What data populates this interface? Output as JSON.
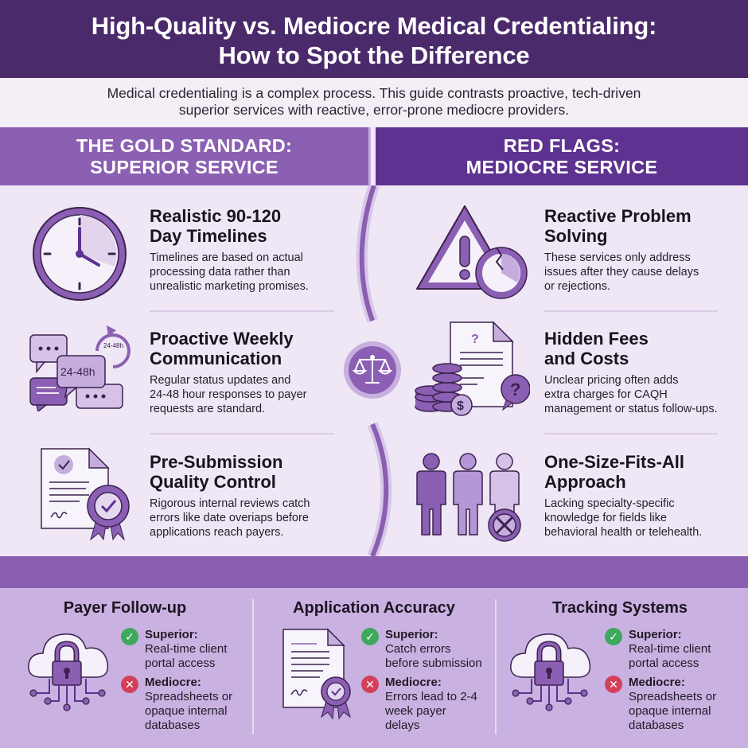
{
  "header": {
    "title_line1": "High-Quality vs. Mediocre Medical Credentialing:",
    "title_line2": "How to Spot the Difference",
    "intro_line1": "Medical credentialing is a complex process. This guide contrasts proactive, tech-driven",
    "intro_line2": "superior services with reactive, error-prone mediocre providers."
  },
  "colors": {
    "hero_bg": "#4a2a6b",
    "left_header_bg": "#8b60b2",
    "right_header_bg": "#5d3290",
    "panel_bg": "#efe7f5",
    "bottom_bg": "#c9b1e1",
    "icon_purple": "#8b5fb3",
    "check_green": "#3ea95d",
    "cross_red": "#d4405a"
  },
  "columns": {
    "left": {
      "heading_line1": "THE GOLD STANDARD:",
      "heading_line2": "SUPERIOR SERVICE",
      "items": [
        {
          "icon": "clock-icon",
          "title_line1": "Realistic 90-120",
          "title_line2": "Day Timelines",
          "desc_line1": "Timelines are based on actual",
          "desc_line2": "processing data rather than",
          "desc_line3": "unrealistic marketing promises."
        },
        {
          "icon": "chat-bubbles-icon",
          "icon_text_big": "24-48h",
          "icon_text_small": "24-48h",
          "title_line1": "Proactive Weekly",
          "title_line2": "Communication",
          "desc_line1": "Regular status updates and",
          "desc_line2": "24-48 hour responses to payer",
          "desc_line3": "requests are standard."
        },
        {
          "icon": "certified-document-icon",
          "title_line1": "Pre-Submission",
          "title_line2": "Quality Control",
          "desc_line1": "Rigorous internal reviews catch",
          "desc_line2": "errors like date overiaps before",
          "desc_line3": "applications reach payers."
        }
      ]
    },
    "right": {
      "heading_line1": "RED FLAGS:",
      "heading_line2": "MEDIOCRE SERVICE",
      "items": [
        {
          "icon": "warning-broken-clock-icon",
          "title_line1": "Reactive Problem",
          "title_line2": "Solving",
          "desc_line1": "These services only address",
          "desc_line2": "issues after they cause delays",
          "desc_line3": "or rejections."
        },
        {
          "icon": "hidden-fees-icon",
          "title_line1": "Hidden Fees",
          "title_line2": "and Costs",
          "desc_line1": "Unclear pricing often adds",
          "desc_line2": "extra charges for CAQH",
          "desc_line3": "management or status follow-ups."
        },
        {
          "icon": "people-cross-icon",
          "title_line1": "One-Size-Fits-All",
          "title_line2": "Approach",
          "desc_line1": "Lacking specialty-specific",
          "desc_line2": "knowledge for fields like",
          "desc_line3": "behavioral health or telehealth."
        }
      ]
    }
  },
  "center_icon": "scales-of-justice-icon",
  "comparison": [
    {
      "title": "Payer Follow-up",
      "icon": "cloud-lock-icon",
      "superior_label": "Superior:",
      "superior_line1": "Real-time client",
      "superior_line2": "portal access",
      "mediocre_label": "Mediocre:",
      "mediocre_line1": "Spreadsheets or",
      "mediocre_line2": "opaque internal",
      "mediocre_line3": "databases"
    },
    {
      "title": "Application Accuracy",
      "icon": "certified-document-icon",
      "superior_label": "Superior:",
      "superior_line1": "Catch errors",
      "superior_line2": "before submission",
      "mediocre_label": "Mediocre:",
      "mediocre_line1": "Errors lead to 2-4",
      "mediocre_line2": "week payer",
      "mediocre_line3": "delays"
    },
    {
      "title": "Tracking Systems",
      "icon": "cloud-lock-icon",
      "superior_label": "Superior:",
      "superior_line1": "Real-time client",
      "superior_line2": "portal access",
      "mediocre_label": "Mediocre:",
      "mediocre_line1": "Spreadsheets or",
      "mediocre_line2": "opaque internal",
      "mediocre_line3": "databases"
    }
  ],
  "badges": {
    "check": "✓",
    "cross": "✕"
  }
}
